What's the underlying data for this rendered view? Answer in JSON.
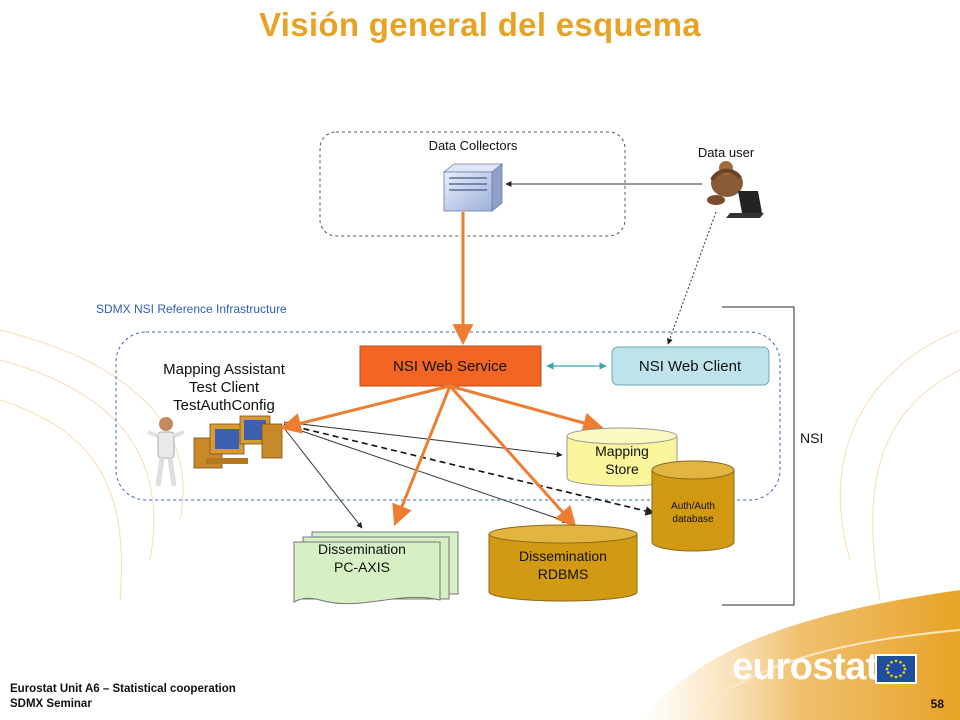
{
  "slide": {
    "title": "Visión general del esquema",
    "footer_line1": "Eurostat Unit  A6 – Statistical cooperation",
    "footer_line2": "SDMX Seminar",
    "page_number": "58",
    "logo_text": "eurostat"
  },
  "diagram": {
    "data_collectors_label": "Data Collectors",
    "data_user_label": "Data user",
    "infrastructure_label": "SDMX NSI Reference Infrastructure",
    "nsi_web_service_label": "NSI Web Service",
    "nsi_web_client_label": "NSI Web Client",
    "mapping_assistant_line1": "Mapping Assistant",
    "mapping_assistant_line2": "Test Client",
    "mapping_assistant_line3": "TestAuthConfig",
    "mapping_store_line1": "Mapping",
    "mapping_store_line2": "Store",
    "auth_db_line1": "Auth/Auth",
    "auth_db_line2": "database",
    "dissemination_pcaxis_line1": "Dissemination",
    "dissemination_pcaxis_line2": "PC-AXIS",
    "dissemination_rdbms_line1": "Dissemination",
    "dissemination_rdbms_line2": "RDBMS",
    "nsi_bracket_label": "NSI"
  },
  "colors": {
    "title": "#e8a326",
    "orange_arrow": "#ee7d31",
    "nsi_web_service_fill": "#f26522",
    "nsi_web_client_fill": "#bfe3ea",
    "mapping_store_fill": "#f8f59b",
    "db_fill": "#d29a12",
    "pcaxis_fill": "#d7efc4",
    "infra_label": "#2f5fb3",
    "eu_blue": "#1f4e9c"
  }
}
